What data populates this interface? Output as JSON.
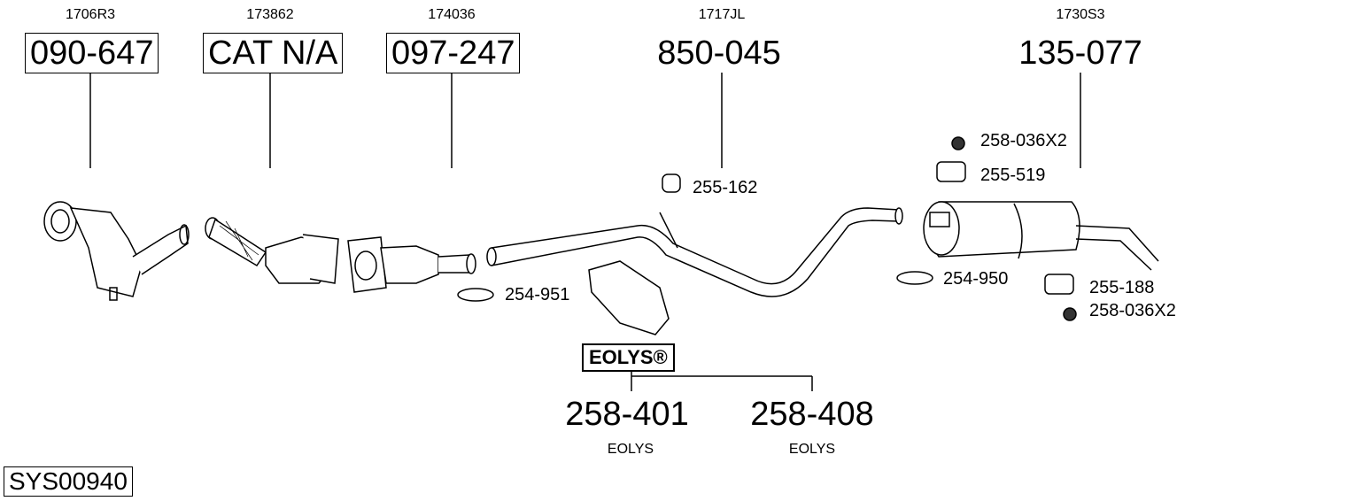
{
  "main_parts": [
    {
      "ref": "1706R3",
      "code": "090-647",
      "boxed": true
    },
    {
      "ref": "173862",
      "code": "CAT N/A",
      "boxed": true
    },
    {
      "ref": "174036",
      "code": "097-247",
      "boxed": true
    },
    {
      "ref": "1717JL",
      "code": "850-045",
      "boxed": false
    },
    {
      "ref": "1730S3",
      "code": "135-077",
      "boxed": false
    }
  ],
  "accessories": {
    "hanger_mid": "255-162",
    "clamp_front": "254-951",
    "nut_top": "258-036X2",
    "hanger_top": "255-519",
    "clamp_rear": "254-950",
    "hanger_rear": "255-188",
    "nut_bottom": "258-036X2"
  },
  "eolys": {
    "logo": "EOLYS®",
    "items": [
      {
        "code": "258-401",
        "label": "EOLYS"
      },
      {
        "code": "258-408",
        "label": "EOLYS"
      }
    ]
  },
  "system_id": "SYS00940"
}
